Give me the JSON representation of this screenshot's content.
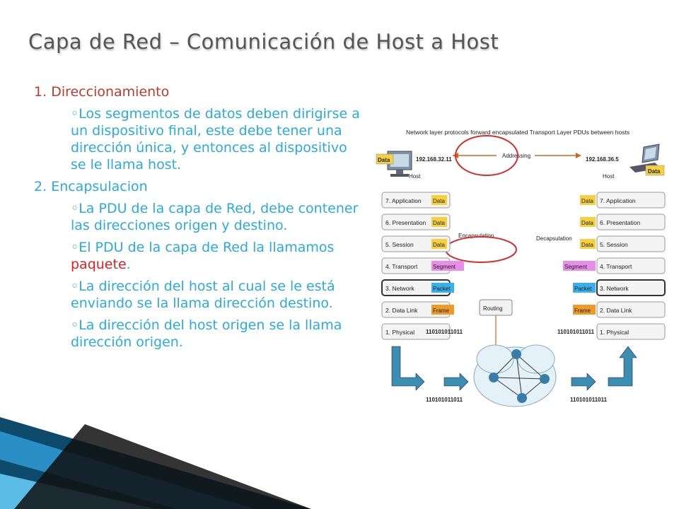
{
  "slide": {
    "title": "Capa de Red – Comunicación de Host a Host",
    "items": [
      {
        "num": "1.",
        "label": "Direccionamiento",
        "subs": [
          {
            "text": "Los segmentos de datos deben dirigirse a un dispositivo final, este debe tener una dirección única, y entonces al dispositivo se le llama host."
          }
        ]
      },
      {
        "num": "2.",
        "label": "Encapsulacion",
        "subs": [
          {
            "text": "La PDU de la capa de Red, debe contener  las direcciones origen y destino."
          },
          {
            "pre": "El PDU de la capa de Red la llamamos ",
            "hl": "paquete",
            "post": "."
          },
          {
            "text": "La dirección del host al cual se le está enviando se la llama dirección destino."
          },
          {
            "text": "La dirección del host origen se la llama dirección origen."
          }
        ]
      }
    ],
    "sub_marker": "◦"
  },
  "diagram": {
    "caption": "Network layer protocols forward encapsulated Transport Layer PDUs between hosts",
    "left_ip": "192.168.32.11",
    "right_ip": "192.168.36.5",
    "addressing": "Addressing",
    "host_left": "Host",
    "host_right": "Host",
    "data": "Data",
    "encapsulation": "Encapsulation",
    "decapsulation": "Decapsulation",
    "routing": "Routing",
    "layers": [
      "7. Application",
      "6. Presentation",
      "5. Session",
      "4. Transport",
      "3. Network",
      "2. Data Link",
      "1. Physical"
    ],
    "right_layers": [
      "7. Application",
      "6. Presentation",
      "5. Session",
      "4. Transport",
      "3. Network",
      "2. Data Link",
      "1.  Physical"
    ],
    "pdus": [
      "Data",
      "Data",
      "Data",
      "Segment",
      "Packet",
      "Frame",
      "110101011011"
    ],
    "bits": "110101011011",
    "colors": {
      "data": "#f5d142",
      "segment": "#e88ee8",
      "packet": "#3ab0e8",
      "frame": "#f09a28",
      "arrow": "#3a8fb0",
      "circle": "#d92c2c"
    }
  }
}
